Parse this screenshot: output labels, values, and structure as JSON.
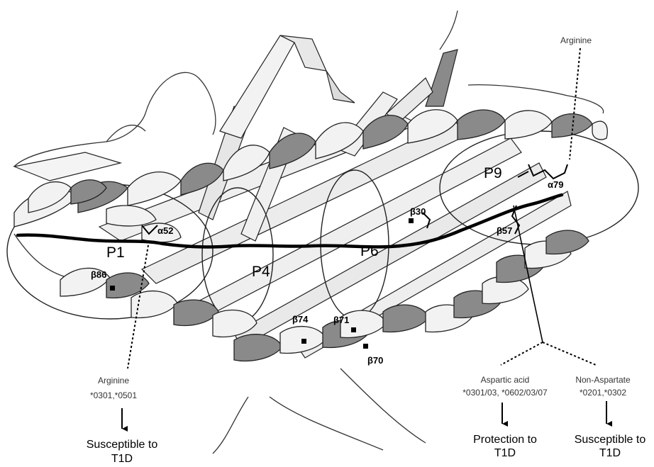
{
  "pockets": {
    "p1": "P1",
    "p4": "P4",
    "p6": "P6",
    "p9": "P9"
  },
  "residues": {
    "a52": "α52",
    "a79": "α79",
    "b86": "β86",
    "b74": "β74",
    "b71": "β71",
    "b70": "β70",
    "b30": "β30",
    "b57": "β57"
  },
  "annotations": {
    "arginine_top": "Arginine",
    "arginine_left": {
      "line1": "Arginine",
      "line2": "*0301,*0501"
    },
    "aspartic": {
      "line1": "Aspartic acid",
      "line2": "*0301/03, *0602/03/07"
    },
    "non_aspartate": {
      "line1": "Non-Aspartate",
      "line2": "*0201,*0302"
    }
  },
  "outcomes": {
    "left": {
      "line1": "Susceptible to",
      "line2": "T1D"
    },
    "middle": {
      "line1": "Protection to",
      "line2": "T1D"
    },
    "right": {
      "line1": "Susceptible to",
      "line2": "T1D"
    }
  },
  "colors": {
    "ribbon_light": "#f2f2f2",
    "ribbon_dark": "#8a8a8a",
    "peptide": "#000000",
    "outline": "#222222"
  }
}
